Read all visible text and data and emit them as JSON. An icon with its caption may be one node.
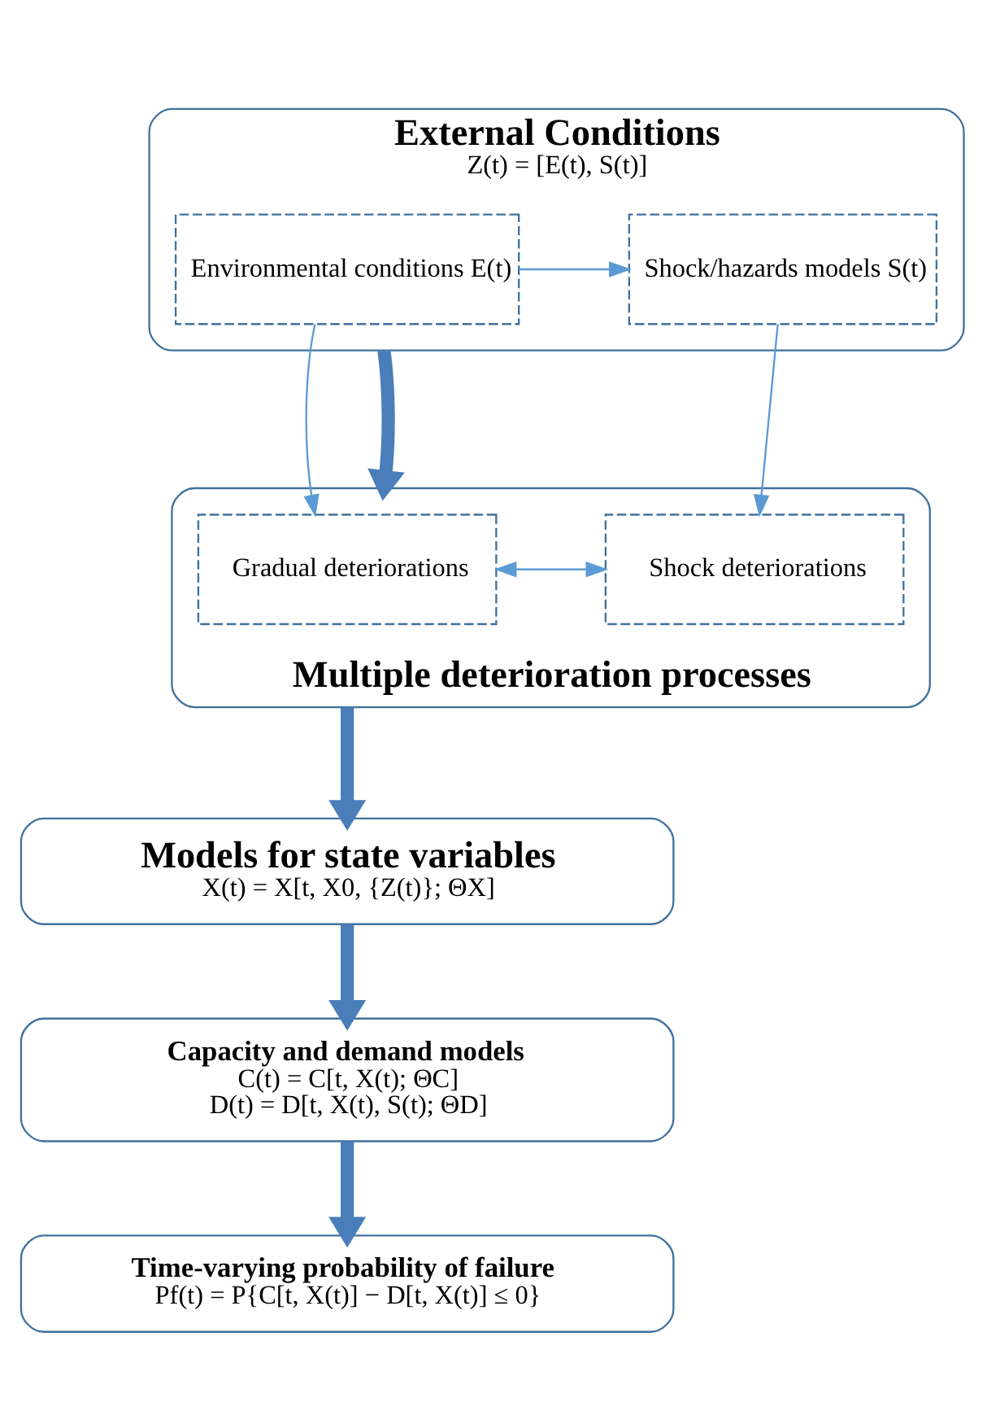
{
  "diagram": {
    "nodes": [
      {
        "text": [
          "External Conditions",
          "Z(t) = [E(t), S(t)]"
        ]
      },
      {
        "text": [
          "Environmental conditions E(t)"
        ],
        "in": 0
      },
      {
        "text": [
          "Shock/hazards models S(t)"
        ],
        "in": 0
      },
      {
        "text": [
          "Multiple deterioration processes"
        ]
      },
      {
        "text": [
          "Gradual deteriorations"
        ],
        "in": 3
      },
      {
        "text": [
          "Shock deteriorations"
        ],
        "in": 3
      },
      {
        "text": [
          "Models for state variables",
          "X(t) = X[t, X0, {Z(t)}; ΘX]"
        ]
      },
      {
        "text": [
          "Capacity and demand models",
          "C(t) = C[t, X(t); ΘC]",
          "D(t) = D[t, X(t), S(t); ΘD]"
        ]
      },
      {
        "text": [
          "Time-varying probability of failure",
          "Pf(t) = P{C[t, X(t)] − D[t, X(t)] ≤ 0}"
        ]
      }
    ],
    "edges": [
      {
        "from": 1,
        "to": 2,
        "arrow": "to"
      },
      {
        "from": 1,
        "to": 4,
        "arrow": "to"
      },
      {
        "from": 2,
        "to": 5,
        "arrow": "to"
      },
      {
        "from": 4,
        "to": 5,
        "arrow": "both"
      },
      {
        "from": 0,
        "to": 3,
        "arrow": "to",
        "style": "thick"
      },
      {
        "from": 3,
        "to": 6,
        "arrow": "to",
        "style": "thick"
      },
      {
        "from": 6,
        "to": 7,
        "arrow": "to",
        "style": "thick"
      },
      {
        "from": 7,
        "to": 8,
        "arrow": "to",
        "style": "thick"
      }
    ]
  }
}
